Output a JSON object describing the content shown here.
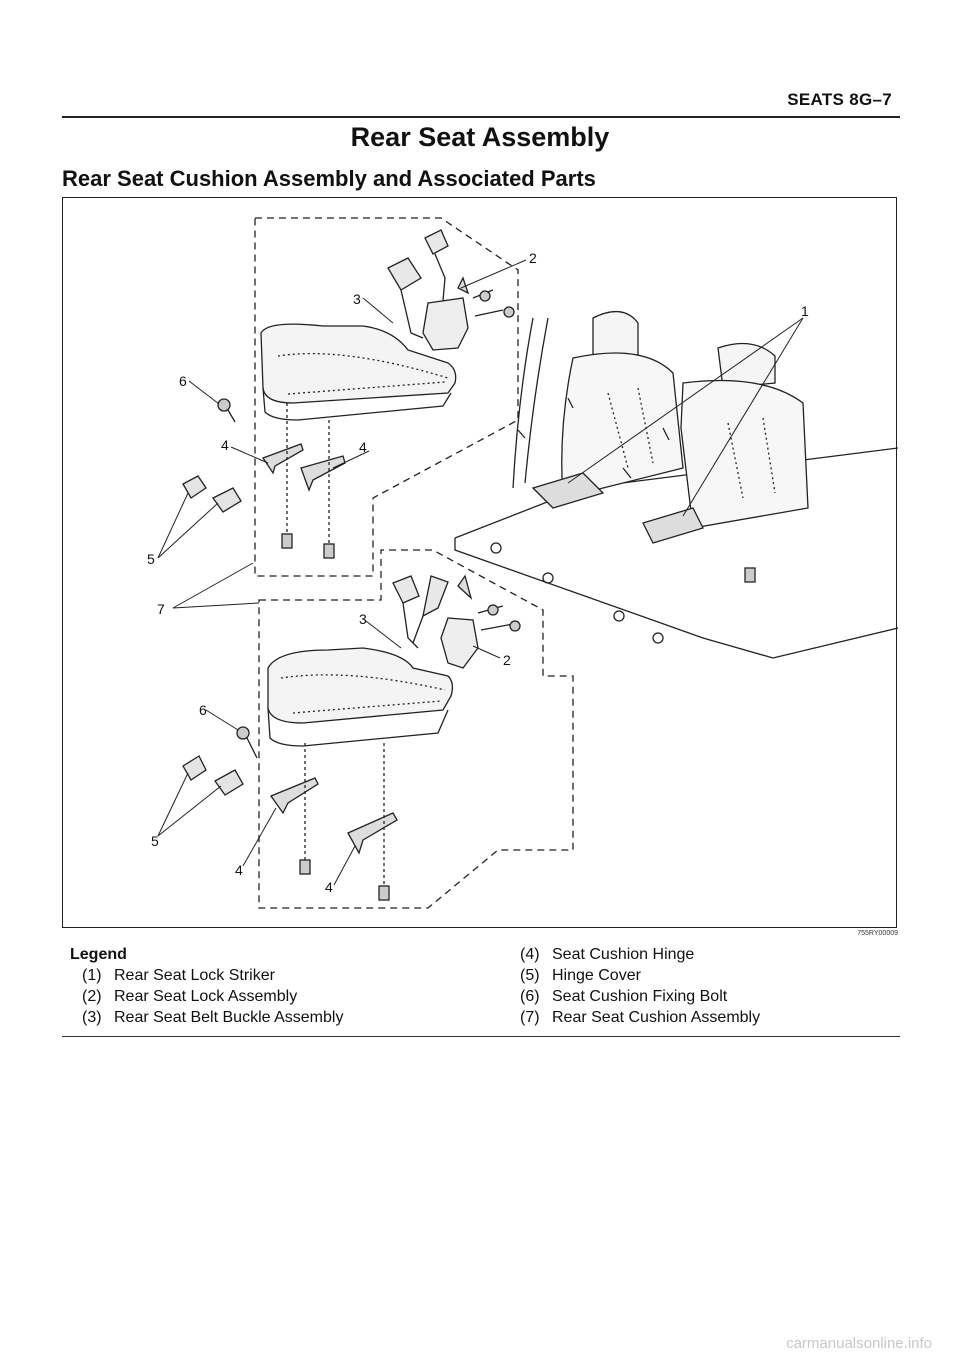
{
  "header": {
    "section": "SEATS    8G–7"
  },
  "title": "Rear Seat Assembly",
  "subtitle": "Rear Seat Cushion Assembly and Associated Parts",
  "figure": {
    "id": "755RY00009",
    "callouts": [
      "1",
      "2",
      "3",
      "6",
      "4",
      "4",
      "5",
      "7",
      "3",
      "2",
      "6",
      "5",
      "4",
      "4"
    ]
  },
  "legend": {
    "heading": "Legend",
    "items": [
      {
        "num": "(1)",
        "label": "Rear Seat Lock Striker"
      },
      {
        "num": "(2)",
        "label": "Rear Seat Lock Assembly"
      },
      {
        "num": "(3)",
        "label": "Rear Seat Belt Buckle Assembly"
      },
      {
        "num": "(4)",
        "label": "Seat Cushion Hinge"
      },
      {
        "num": "(5)",
        "label": "Hinge Cover"
      },
      {
        "num": "(6)",
        "label": "Seat Cushion Fixing Bolt"
      },
      {
        "num": "(7)",
        "label": "Rear Seat Cushion Assembly"
      }
    ]
  },
  "footer": "carmanualsonline.info"
}
